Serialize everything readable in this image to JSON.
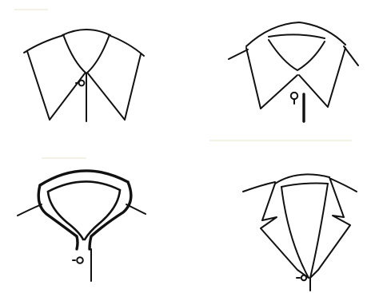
{
  "figure": {
    "panels": [
      {
        "name": "pointed-flat-collar"
      },
      {
        "name": "pointed-shirt-collar"
      },
      {
        "name": "high-stand-collar"
      },
      {
        "name": "notched-lapel-collar"
      }
    ]
  },
  "colors": {
    "ink": "#111111",
    "background": "#ffffff",
    "scan_tint": "#e9e4c8"
  }
}
